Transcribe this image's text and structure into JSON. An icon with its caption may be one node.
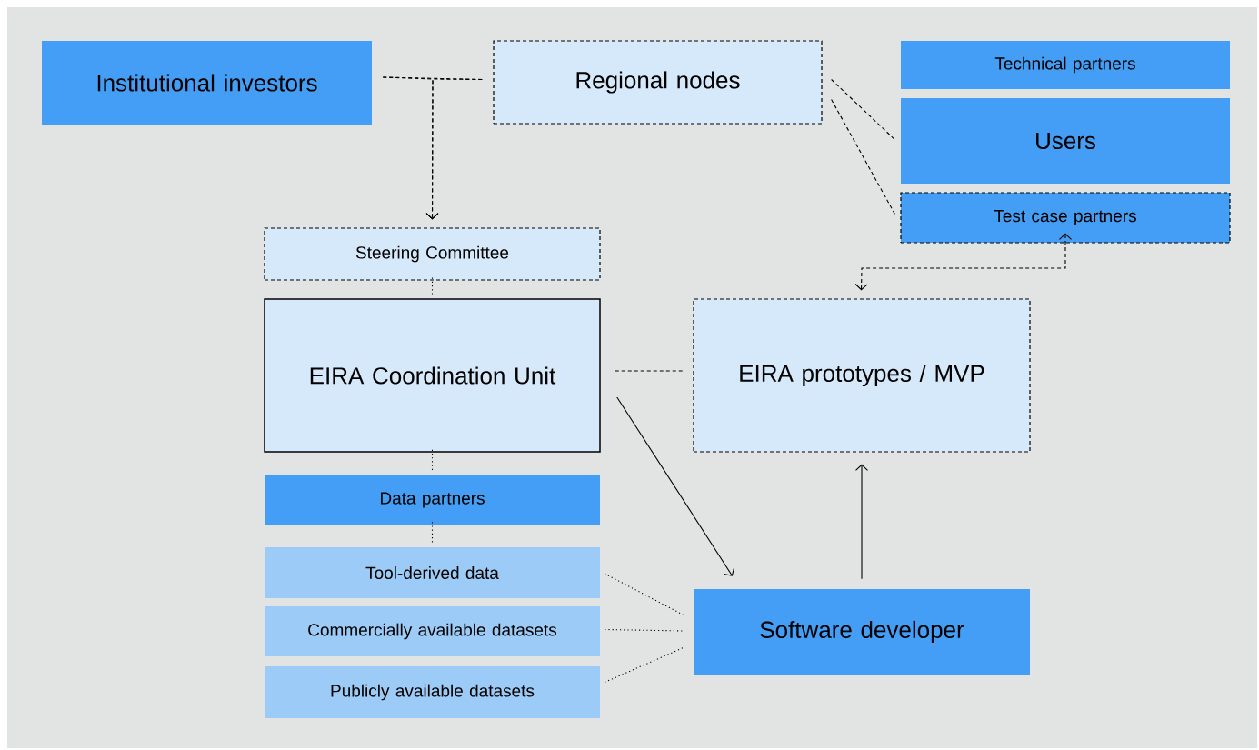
{
  "diagram": {
    "nodes": [
      {
        "text": [
          "Institutional investors"
        ]
      },
      {
        "text": [
          "Regional nodes"
        ]
      },
      {
        "text": [
          "Technical partners"
        ]
      },
      {
        "text": [
          "Users"
        ]
      },
      {
        "text": [
          "Test case partners"
        ]
      },
      {
        "text": [
          "Steering Committee"
        ]
      },
      {
        "text": [
          "EIRA Coordination Unit"
        ]
      },
      {
        "text": [
          "EIRA prototypes / MVP"
        ]
      },
      {
        "text": [
          "Data partners"
        ]
      },
      {
        "text": [
          "Tool-derived data"
        ]
      },
      {
        "text": [
          "Commercially available datasets"
        ]
      },
      {
        "text": [
          "Publicly available datasets"
        ]
      },
      {
        "text": [
          "Software developer"
        ]
      }
    ],
    "edges": [
      {
        "from": 0,
        "to": 1,
        "arrow": "none",
        "style": "dashed"
      },
      {
        "from": 0,
        "to": 5,
        "arrow": "to",
        "style": "dashed"
      },
      {
        "from": 1,
        "to": 5,
        "arrow": "to",
        "style": "dashed"
      },
      {
        "from": 1,
        "to": 2,
        "arrow": "none",
        "style": "dashed"
      },
      {
        "from": 1,
        "to": 3,
        "arrow": "none",
        "style": "dashed"
      },
      {
        "from": 1,
        "to": 4,
        "arrow": "none",
        "style": "dashed"
      },
      {
        "from": 4,
        "to": 7,
        "arrow": "both",
        "style": "dashed"
      },
      {
        "from": 5,
        "to": 6,
        "arrow": "none",
        "style": "dashed"
      },
      {
        "from": 6,
        "to": 7,
        "arrow": "none",
        "style": "dashed"
      },
      {
        "from": 6,
        "to": 12,
        "arrow": "to"
      },
      {
        "from": 12,
        "to": 7,
        "arrow": "to"
      },
      {
        "from": 6,
        "to": 8,
        "arrow": "none",
        "style": "dashed"
      },
      {
        "from": 8,
        "to": 9,
        "arrow": "none",
        "style": "dashed"
      },
      {
        "from": 9,
        "to": 12,
        "arrow": "none",
        "style": "dashed"
      },
      {
        "from": 10,
        "to": 12,
        "arrow": "none",
        "style": "dashed"
      },
      {
        "from": 11,
        "to": 12,
        "arrow": "none",
        "style": "dashed"
      }
    ]
  }
}
